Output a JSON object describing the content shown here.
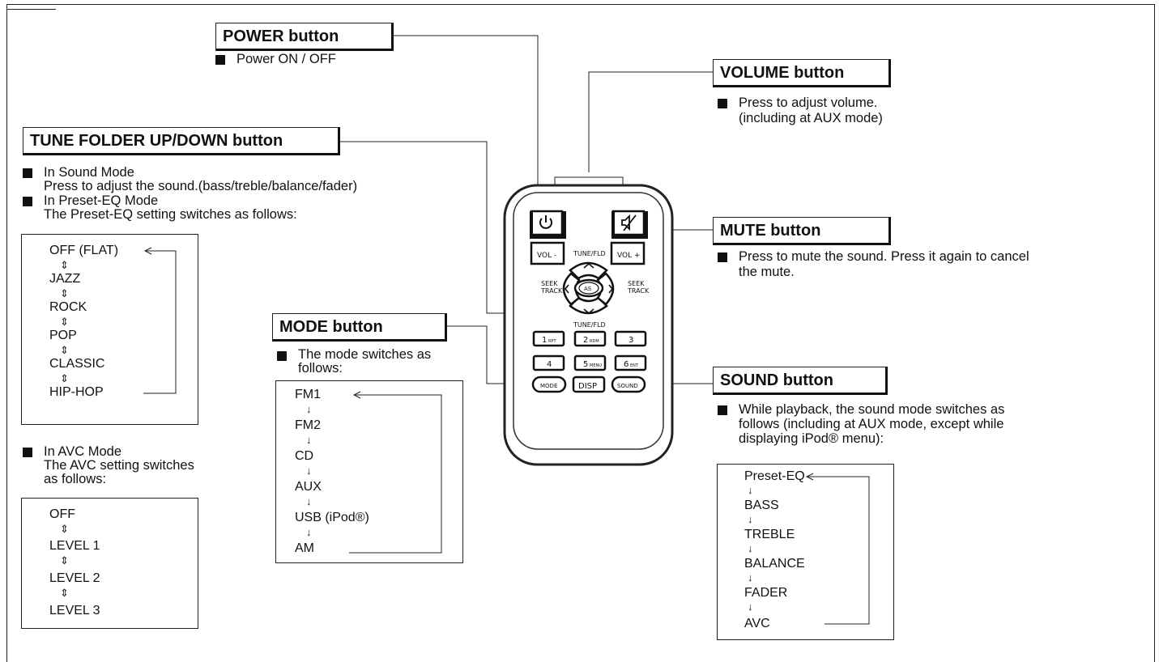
{
  "power": {
    "title": "POWER button",
    "items": [
      "Power ON / OFF"
    ]
  },
  "volume": {
    "title": "VOLUME button",
    "items": [
      "Press to adjust volume.\n(including at AUX mode)"
    ]
  },
  "tune": {
    "title": "TUNE FOLDER UP/DOWN button",
    "items": [
      "In Sound Mode\nPress to adjust the sound.(bass/treble/balance/fader)",
      "In Preset-EQ Mode\nThe Preset-EQ setting switches as follows:"
    ],
    "eq_list": [
      "OFF (FLAT)",
      "JAZZ",
      "ROCK",
      "POP",
      "CLASSIC",
      "HIP-HOP"
    ],
    "avc_item": "In AVC Mode\nThe AVC setting switches\nas follows:",
    "avc_list": [
      "OFF",
      "LEVEL 1",
      "LEVEL 2",
      "LEVEL 3"
    ]
  },
  "mute": {
    "title": "MUTE button",
    "items": [
      "Press to mute the sound. Press it again to cancel\nthe mute."
    ]
  },
  "mode": {
    "title": "MODE button",
    "items": [
      "The mode switches as\nfollows:"
    ],
    "list": [
      "FM1",
      "FM2",
      "CD",
      "AUX",
      "USB (iPod®)",
      "AM"
    ]
  },
  "sound": {
    "title": "SOUND button",
    "items": [
      "While playback, the sound mode switches as\nfollows (including at AUX mode, except while\ndisplaying iPod® menu):"
    ],
    "list": [
      "Preset-EQ",
      "BASS",
      "TREBLE",
      "BALANCE",
      "FADER",
      "AVC"
    ]
  },
  "remote": {
    "vol_minus": "VOL -",
    "vol_plus": "VOL +",
    "tune_fld_top": "TUNE/FLD",
    "tune_fld_bottom": "TUNE/FLD",
    "seek_left": "SEEK\nTRACK",
    "seek_right": "SEEK\nTRACK",
    "as": "AS",
    "keys": [
      {
        "num": "1",
        "sub": "RPT"
      },
      {
        "num": "2",
        "sub": "RDM"
      },
      {
        "num": "3",
        "sub": ""
      },
      {
        "num": "4",
        "sub": ""
      },
      {
        "num": "5",
        "sub": "MENU"
      },
      {
        "num": "6",
        "sub": "ENT"
      }
    ],
    "mode_key": "MODE",
    "disp_key": "DISP",
    "sound_key": "SOUND"
  },
  "icons": {
    "power": "power-icon",
    "mute": "mute-icon",
    "bullet": "square-bullet-icon",
    "updown": "up-down-arrow-icon",
    "down": "down-arrow-icon"
  }
}
